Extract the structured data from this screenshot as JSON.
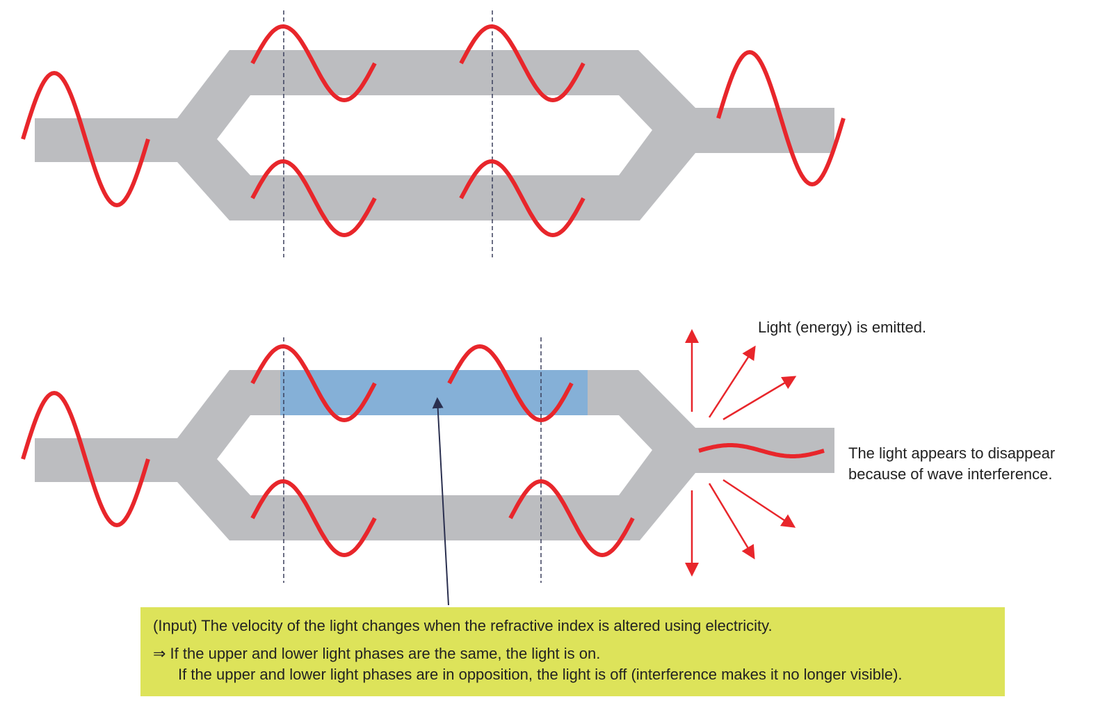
{
  "colors": {
    "waveguide": "#bcbdc0",
    "wave": "#e8262b",
    "electrode": "#85b0d7",
    "pointer": "#2a2f4f",
    "note_bg": "#dde35a"
  },
  "labels": {
    "emitted": "Light (energy) is emitted.",
    "disappear_1": "The light appears to disappear",
    "disappear_2": "because of wave interference."
  },
  "note": {
    "line1": "(Input) The velocity of the light changes when the refractive index is altered using electricity.",
    "line2": "⇒ If the upper and lower light phases are the same, the light is on.",
    "line3": "If the upper and lower light phases are in opposition, the light is off (interference makes it no longer visible)."
  }
}
